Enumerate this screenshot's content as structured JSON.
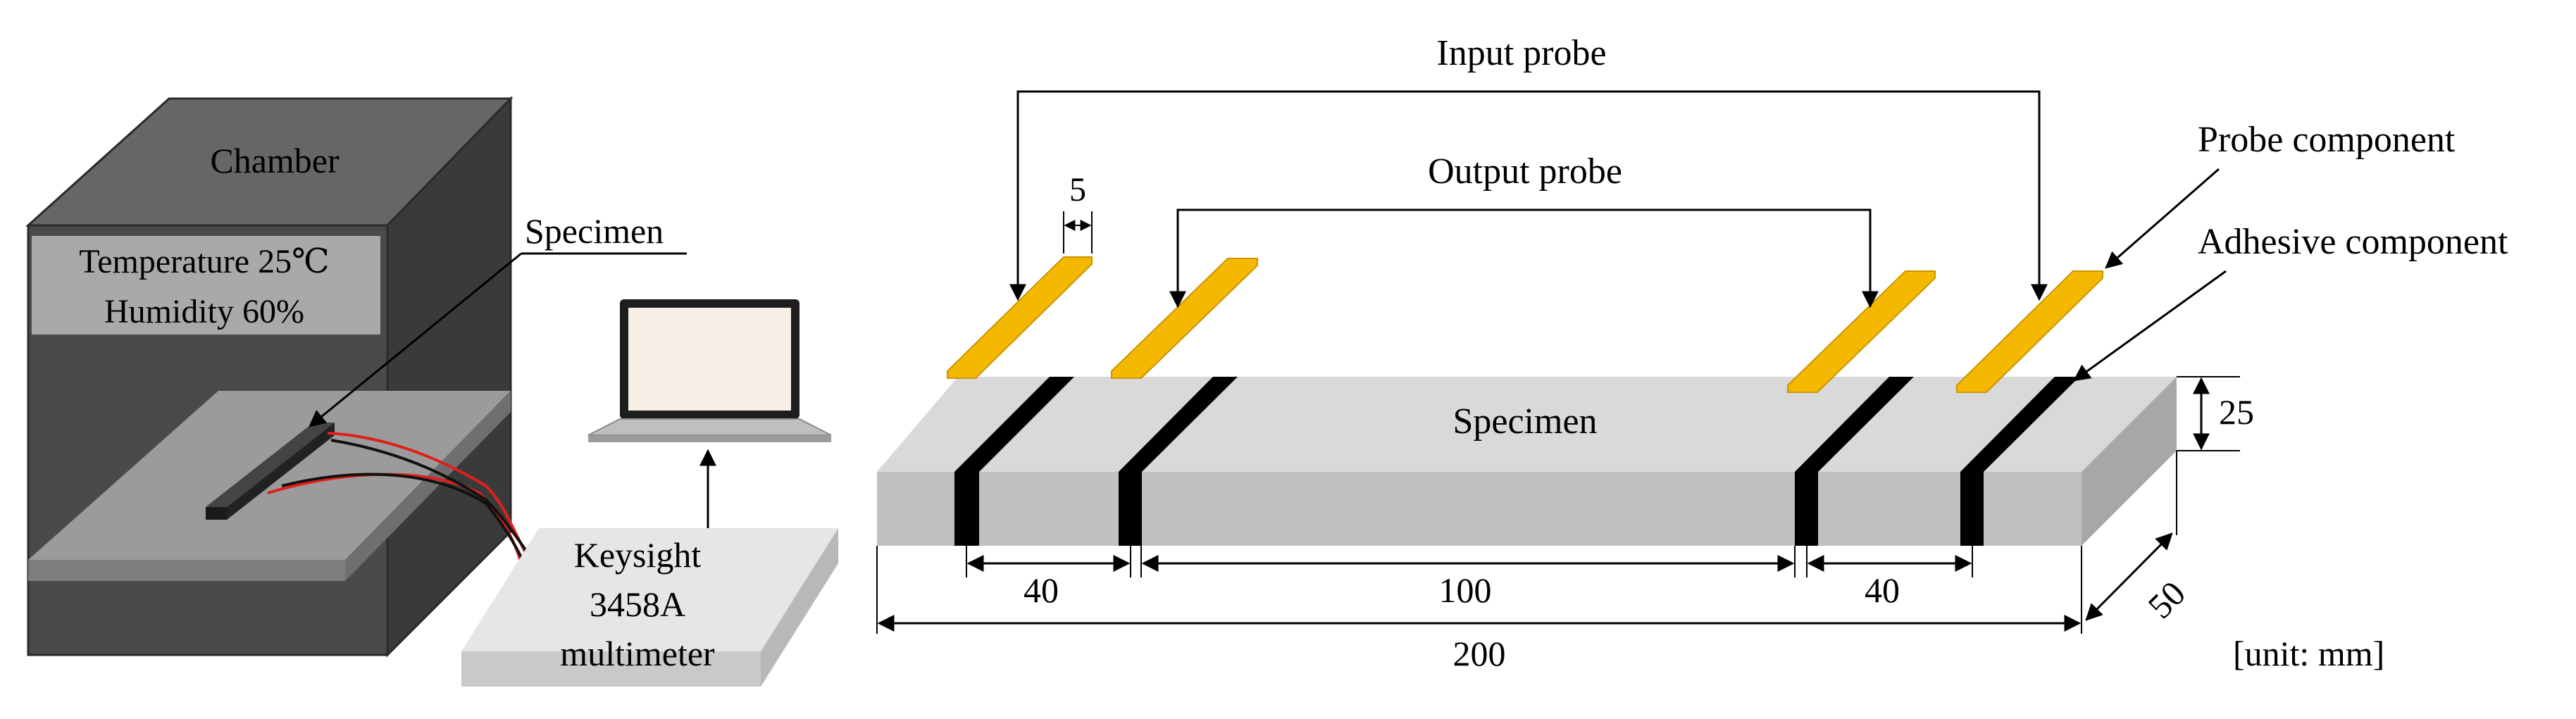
{
  "left": {
    "chamber_title": "Chamber",
    "env_temperature": "Temperature 25℃",
    "env_humidity": "Humidity 60%",
    "specimen_label": "Specimen",
    "meter_line1": "Keysight",
    "meter_line2": "3458A",
    "meter_line3": "multimeter"
  },
  "right": {
    "input_probe": "Input probe",
    "output_probe": "Output probe",
    "probe_component": "Probe component",
    "adhesive_component": "Adhesive component",
    "specimen_label": "Specimen",
    "dim_probe_width": "5",
    "dim_height": "25",
    "dim_depth": "50",
    "dim_seg1": "40",
    "dim_seg2": "100",
    "dim_seg3": "40",
    "dim_total": "200",
    "unit_note": "[unit: mm]"
  },
  "colors": {
    "probe": "#F5B800",
    "wire_red": "#E0201C",
    "chamber_dark": "#3C3C3C"
  }
}
